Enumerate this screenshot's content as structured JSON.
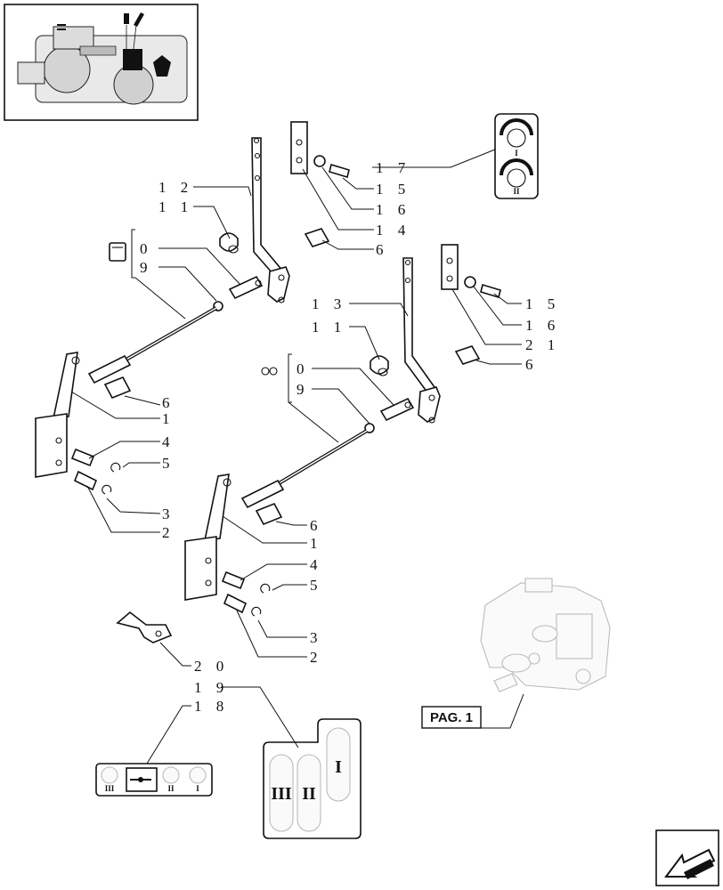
{
  "callouts": [
    {
      "id": "c12",
      "text": "1 2"
    },
    {
      "id": "c11a",
      "text": "1 1"
    },
    {
      "id": "c0a",
      "text": "0"
    },
    {
      "id": "c9a",
      "text": "9"
    },
    {
      "id": "c6a",
      "text": "6"
    },
    {
      "id": "c1a",
      "text": "1"
    },
    {
      "id": "c4a",
      "text": "4"
    },
    {
      "id": "c5a",
      "text": "5"
    },
    {
      "id": "c3a",
      "text": "3"
    },
    {
      "id": "c2a",
      "text": "2"
    },
    {
      "id": "c17",
      "text": "1 7"
    },
    {
      "id": "c15a",
      "text": "1 5"
    },
    {
      "id": "c16a",
      "text": "1 6"
    },
    {
      "id": "c14",
      "text": "1 4"
    },
    {
      "id": "c6b",
      "text": "6"
    },
    {
      "id": "c13",
      "text": "1 3"
    },
    {
      "id": "c11b",
      "text": "1 1"
    },
    {
      "id": "c15b",
      "text": "1 5"
    },
    {
      "id": "c16b",
      "text": "1 6"
    },
    {
      "id": "c21",
      "text": "2 1"
    },
    {
      "id": "c6c",
      "text": "6"
    },
    {
      "id": "c0b",
      "text": "0"
    },
    {
      "id": "c9b",
      "text": "9"
    },
    {
      "id": "c6d",
      "text": "6"
    },
    {
      "id": "c1b",
      "text": "1"
    },
    {
      "id": "c4b",
      "text": "4"
    },
    {
      "id": "c5b",
      "text": "5"
    },
    {
      "id": "c3b",
      "text": "3"
    },
    {
      "id": "c2b",
      "text": "2"
    },
    {
      "id": "c20",
      "text": "2 0"
    },
    {
      "id": "c19",
      "text": "1 9"
    },
    {
      "id": "c18",
      "text": "1 8"
    }
  ],
  "decal_top": {
    "label_1": "I",
    "label_2": "II"
  },
  "decal_strip": {
    "label_3": "III",
    "label_2": "II",
    "label_1": "I"
  },
  "decal_plate": {
    "label_3": "III",
    "label_2": "II",
    "label_1": "I"
  },
  "page_ref": {
    "label": "PAG. 1"
  }
}
